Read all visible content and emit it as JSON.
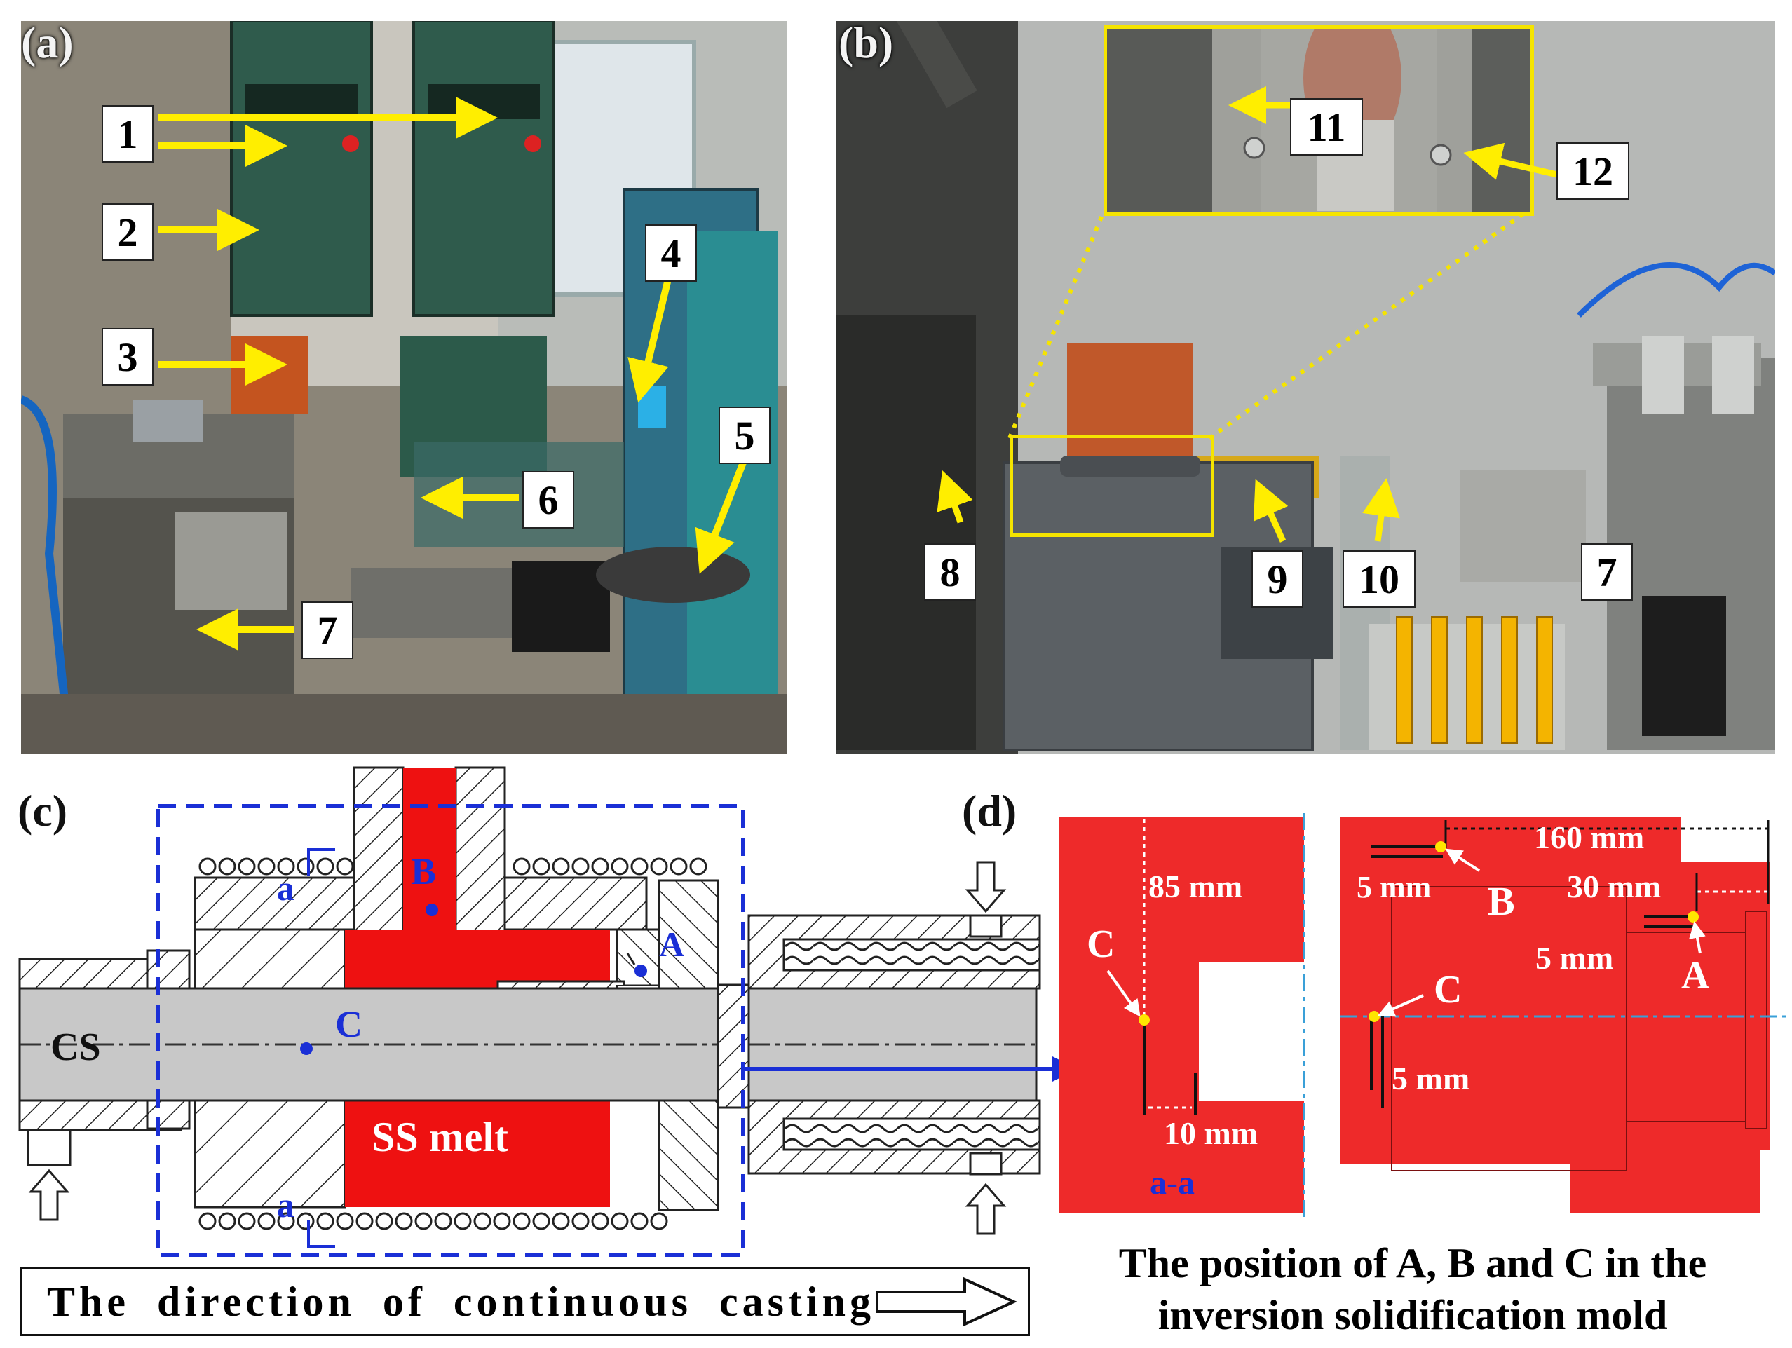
{
  "panels": {
    "a": {
      "label": "(a)",
      "tags": [
        "1",
        "2",
        "3",
        "4",
        "5",
        "6",
        "7"
      ]
    },
    "b": {
      "label": "(b)",
      "tags": [
        "8",
        "9",
        "10",
        "7",
        "11",
        "12"
      ]
    },
    "c": {
      "label": "(c)",
      "labels": {
        "cs": "CS",
        "b": "B",
        "a_point": "A",
        "c_point": "C",
        "melt": "SS melt",
        "section_top": "a",
        "section_bottom": "a"
      },
      "caption": "The direction of continuous casting"
    },
    "d": {
      "label": "(d)",
      "left": {
        "dim_85": "85 mm",
        "dim_10": "10 mm",
        "c": "C",
        "section": "a-a"
      },
      "right": {
        "dim_160": "160 mm",
        "dim_30": "30 mm",
        "dim_5_b": "5 mm",
        "dim_5_a": "5 mm",
        "dim_5_c": "5 mm",
        "b": "B",
        "a": "A",
        "c": "C"
      },
      "caption_line1": "The position of A, B and C in the",
      "caption_line2": "inversion solidification mold"
    }
  },
  "colors": {
    "arrow": "#ffee00",
    "melt": "#ee1111",
    "rod": "#c8c8c8",
    "dash_box": "#1a2fd6",
    "point": "#1a2fd6",
    "marker": "#ffe600"
  }
}
